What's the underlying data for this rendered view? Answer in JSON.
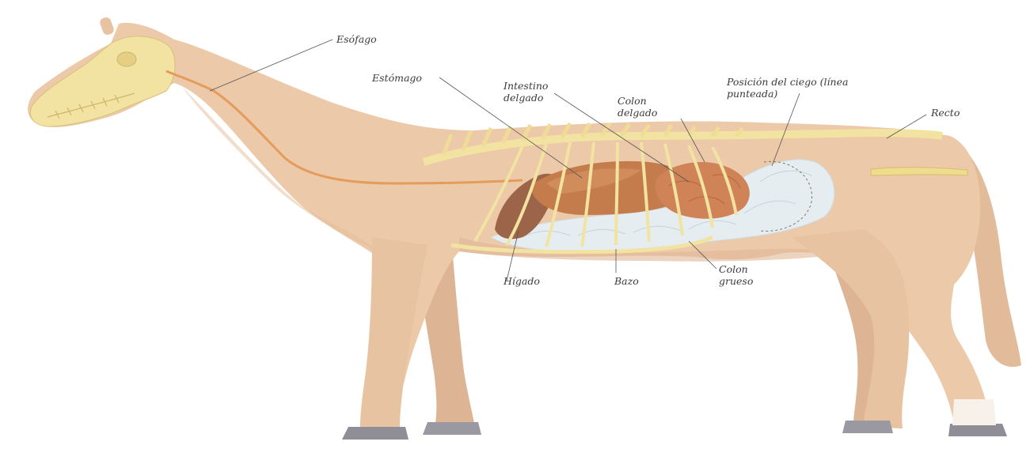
{
  "labels": {
    "esofago": "Esófago",
    "estomago": "Estómago",
    "intestino_delgado": [
      "Intestino",
      "delgado"
    ],
    "colon_delgado": [
      "Colon",
      "delgado"
    ],
    "posicion_ciego": [
      "Posición del ciego (línea",
      "punteada)"
    ],
    "recto": "Recto",
    "higado": "Hígado",
    "bazo": "Bazo",
    "colon_grueso": [
      "Colon",
      "grueso"
    ]
  },
  "colors": {
    "body": "#ecc9a8",
    "body_shade": "#dcb293",
    "bone": "#f3e3a2",
    "bone_outline": "#d7c277",
    "esophagus": "#e59b5a",
    "stomach": "#c47c4c",
    "liver": "#9c6448",
    "small_intestine": "#cf8356",
    "large_colon": "#e6edf0",
    "hoof": "#8f8e96"
  }
}
